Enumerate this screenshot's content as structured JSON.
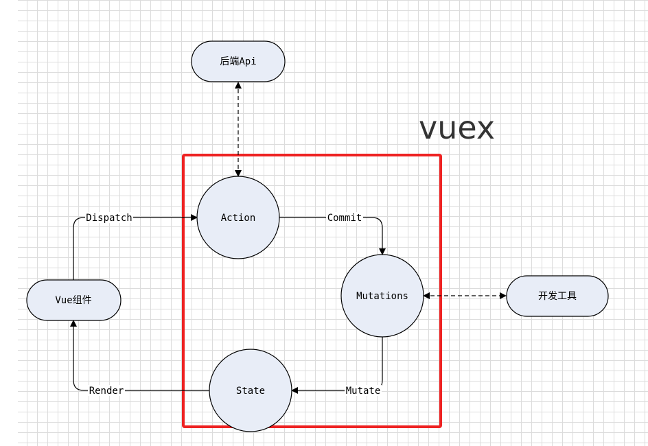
{
  "title": "vuex",
  "nodes": {
    "backend_api": "后端Api",
    "action": "Action",
    "mutations": "Mutations",
    "state": "State",
    "vue_component": "Vue组件",
    "devtools": "开发工具"
  },
  "edges": {
    "dispatch": "Dispatch",
    "commit": "Commit",
    "mutate": "Mutate",
    "render": "Render"
  },
  "colors": {
    "node_fill": "#e8edf7",
    "node_stroke": "#000000",
    "vuex_border": "#ee2222",
    "title": "#333333"
  }
}
